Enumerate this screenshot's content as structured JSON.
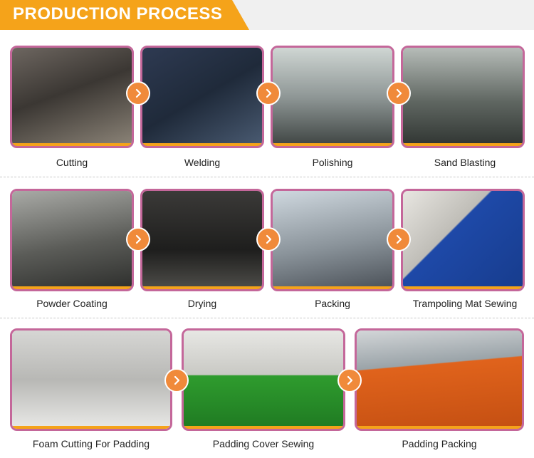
{
  "banner": {
    "title": "PRODUCTION PROCESS"
  },
  "colors": {
    "accent": "#f5a31a",
    "frame": "#c4679a",
    "arrow": "#f08a3a",
    "divider": "#c8c8c8"
  },
  "arrow_icon": "chevron-right-icon",
  "rows": [
    {
      "steps": [
        {
          "label": "Cutting"
        },
        {
          "label": "Welding"
        },
        {
          "label": "Polishing"
        },
        {
          "label": "Sand Blasting"
        }
      ]
    },
    {
      "steps": [
        {
          "label": "Powder Coating"
        },
        {
          "label": "Drying"
        },
        {
          "label": "Packing"
        },
        {
          "label": "Trampoling Mat Sewing"
        }
      ]
    },
    {
      "steps": [
        {
          "label": "Foam Cutting For Padding"
        },
        {
          "label": "Padding Cover Sewing"
        },
        {
          "label": "Padding Packing"
        }
      ]
    }
  ]
}
